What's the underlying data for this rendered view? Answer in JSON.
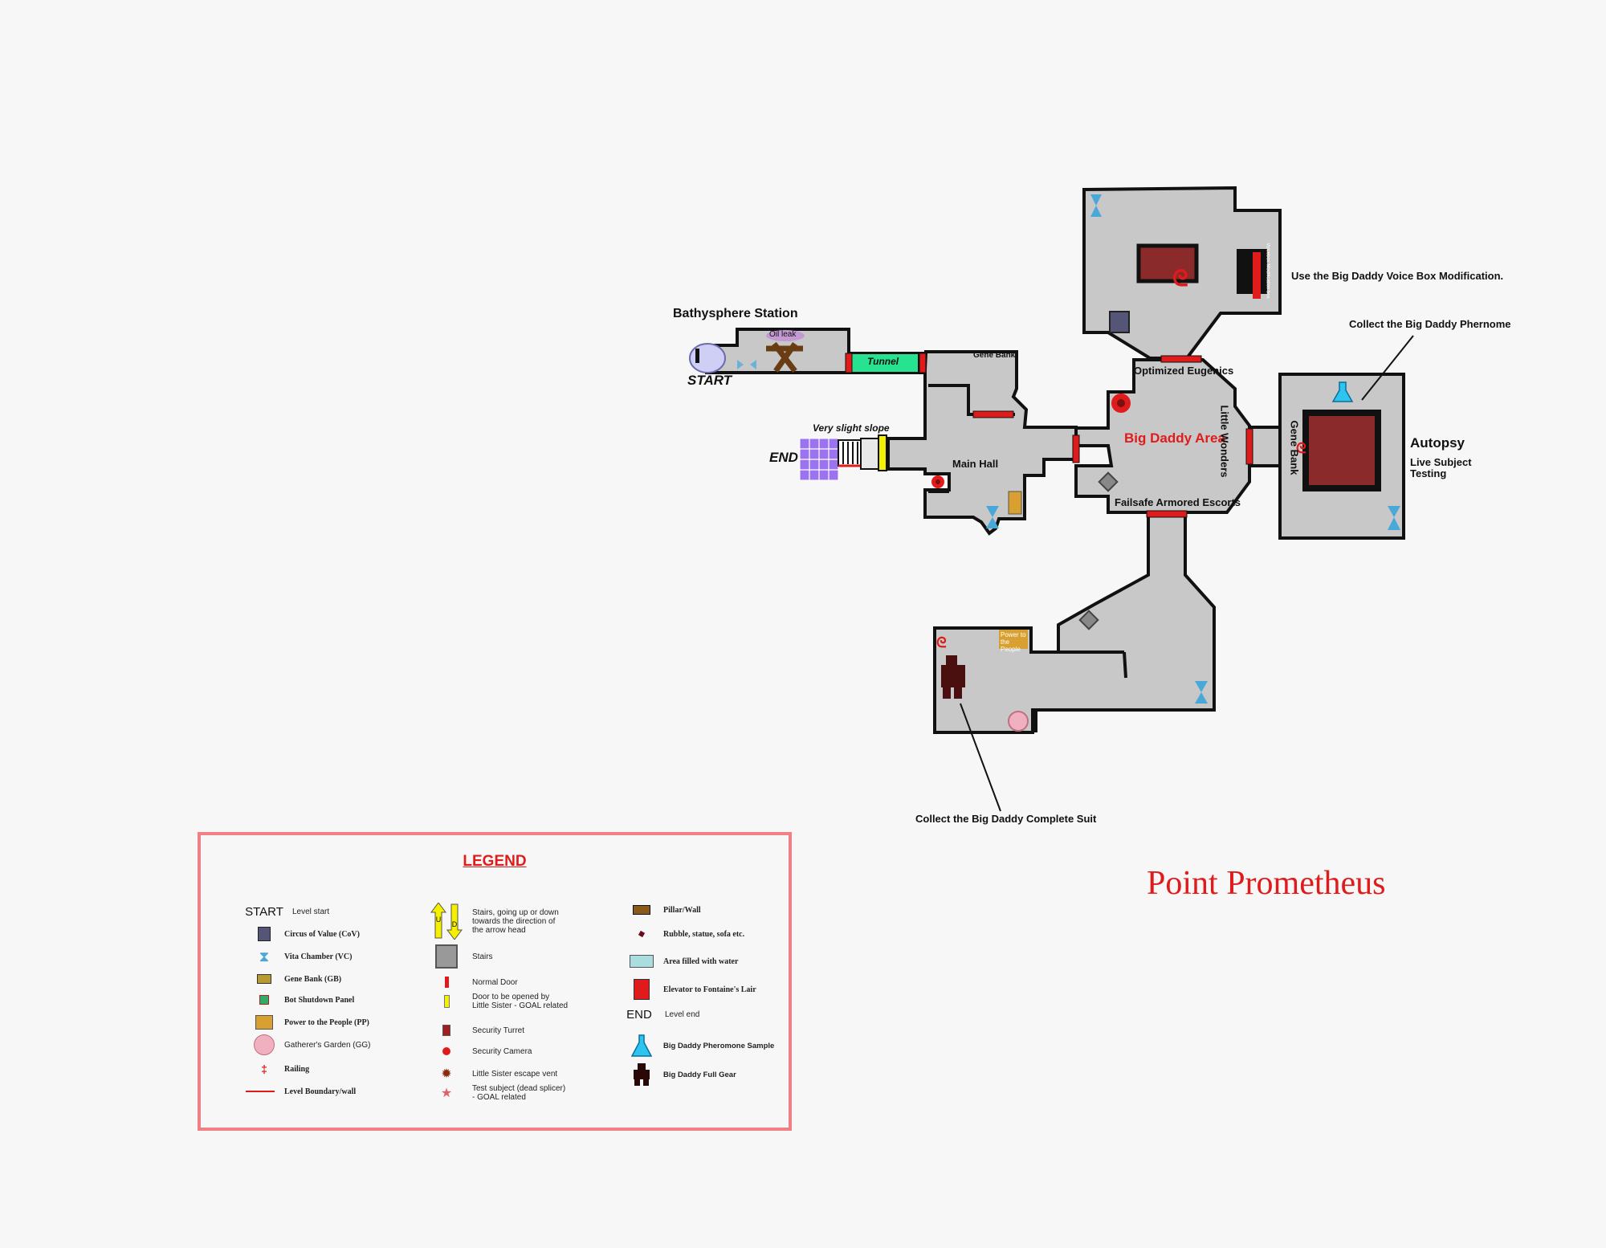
{
  "map": {
    "title": "Point Prometheus",
    "labels": {
      "bathysphere_station": "Bathysphere Station",
      "start": "START",
      "end": "END",
      "oil_leak": "Oil leak",
      "tunnel": "Tunnel",
      "gene_bank_small": "Gene Bank",
      "very_slight_slope": "Very slight slope",
      "main_hall": "Main Hall",
      "optimized_eugenics": "Optimized Eugenics",
      "big_daddy_area": "Big Daddy Area",
      "little_wonders": "Little Wonders",
      "gene_bank_vertical": "Gene Bank",
      "failsafe": "Failsafe Armored Escorts",
      "autopsy": "Autopsy",
      "live_subject_1": "Live Subject",
      "live_subject_2": "Testing",
      "voicebox_note": "Use the Big Daddy Voice Box Modification.",
      "pheromone_note": "Collect the Big Daddy Phernome",
      "suit_note": "Collect the Big Daddy Complete Suit",
      "voicebox_sign": "Voicebox Modification box",
      "power_sign": "Power to the People"
    },
    "colors": {
      "floor": "#c8c8c8",
      "wall": "#111111",
      "door": "#e01b1b",
      "elevator": "#8b2a2a",
      "tunnel": "#27e38f",
      "end_grid": "#9b72f0",
      "little_sister_door": "#f5f000",
      "title": "#e01b1b",
      "legend_border": "#f07f86"
    }
  },
  "legend": {
    "title": "LEGEND",
    "col1": [
      {
        "symbol": "START",
        "label": "Level start",
        "icon": "start-text"
      },
      {
        "label": "Circus of Value (CoV)",
        "icon": "circus-of-value-icon"
      },
      {
        "label": "Vita Chamber (VC)",
        "icon": "vita-chamber-icon"
      },
      {
        "label": "Gene Bank (GB)",
        "icon": "gene-bank-icon"
      },
      {
        "label": "Bot Shutdown Panel",
        "icon": "bot-shutdown-panel-icon"
      },
      {
        "label": "Power to the People (PP)",
        "icon": "power-to-the-people-icon"
      },
      {
        "label": "Gatherer's Garden (GG)",
        "icon": "gatherers-garden-icon"
      },
      {
        "label": "Railing",
        "icon": "railing-icon"
      },
      {
        "label": "Level Boundary/wall",
        "icon": "level-boundary-icon"
      }
    ],
    "col2": [
      {
        "label": "Stairs, going up or down towards the direction of the arrow head",
        "icon": "stairs-arrow-icon",
        "up": "U",
        "down": "D"
      },
      {
        "label": "Stairs",
        "icon": "stairs-icon"
      },
      {
        "label": "Normal Door",
        "icon": "normal-door-icon"
      },
      {
        "label": "Door to be opened by Little Sister - GOAL related",
        "icon": "little-sister-door-icon"
      },
      {
        "label": "Security Turret",
        "icon": "security-turret-icon"
      },
      {
        "label": "Security Camera",
        "icon": "security-camera-icon"
      },
      {
        "label": "Little Sister escape vent",
        "icon": "escape-vent-icon"
      },
      {
        "label": "Test subject (dead splicer) - GOAL related",
        "icon": "test-subject-icon"
      }
    ],
    "col3": [
      {
        "label": "Pillar/Wall",
        "icon": "pillar-icon"
      },
      {
        "label": "Rubble, statue, sofa etc.",
        "icon": "rubble-icon"
      },
      {
        "label": "Area filled with water",
        "icon": "water-area-icon"
      },
      {
        "label": "Elevator to Fontaine's Lair",
        "icon": "elevator-icon"
      },
      {
        "symbol": "END",
        "label": "Level end",
        "icon": "end-text"
      },
      {
        "label": "Big Daddy Pheromone Sample",
        "icon": "pheromone-flask-icon"
      },
      {
        "label": "Big Daddy Full Gear",
        "icon": "big-daddy-gear-icon"
      }
    ]
  }
}
